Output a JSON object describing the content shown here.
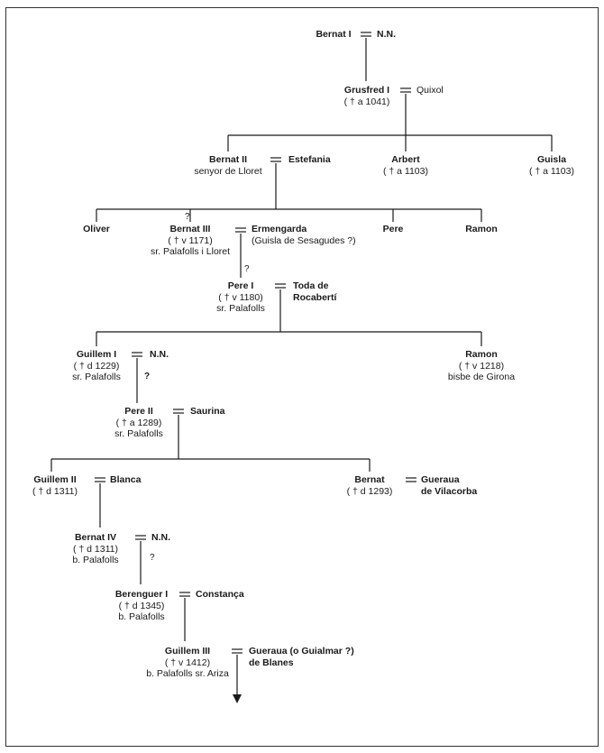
{
  "people": {
    "bernat1": {
      "name": "Bernat I",
      "spouse": "N.N."
    },
    "grusfred1": {
      "name": "Grusfred I",
      "info": "( † a 1041)",
      "spouse": "Quixol"
    },
    "bernat2": {
      "name": "Bernat II",
      "info": "senyor de Lloret",
      "spouse": "Estefania"
    },
    "arbert": {
      "name": "Arbert",
      "info": "( † a 1103)"
    },
    "guisla": {
      "name": "Guisla",
      "info": "( † a 1103)"
    },
    "oliver": {
      "name": "Oliver"
    },
    "bernat3": {
      "name": "Bernat III",
      "info": "( † v 1171)",
      "info2": "sr. Palafolls i Lloret",
      "spouse": "Ermengarda",
      "spouse_note": "(Guisla de Sesagudes ?)"
    },
    "pere": {
      "name": "Pere"
    },
    "ramon_a": {
      "name": "Ramon"
    },
    "pere1": {
      "name": "Pere I",
      "info": "( † v 1180)",
      "info2": "sr. Palafolls",
      "spouse": "Toda de",
      "spouse2": "Rocabertí"
    },
    "guillem1": {
      "name": "Guillem I",
      "info": "( † d 1229)",
      "info2": "sr. Palafolls",
      "spouse": "N.N."
    },
    "ramon_b": {
      "name": "Ramon",
      "info": "( † v 1218)",
      "info2": "bisbe de Girona"
    },
    "pere2": {
      "name": "Pere II",
      "info": "( † a 1289)",
      "info2": "sr. Palafolls",
      "spouse": "Saurina"
    },
    "guillem2": {
      "name": "Guillem II",
      "info": "( † d 1311)",
      "spouse": "Blanca"
    },
    "bernat": {
      "name": "Bernat",
      "info": "( † d 1293)",
      "spouse": "Gueraua",
      "spouse2": "de Vilacorba"
    },
    "bernat4": {
      "name": "Bernat IV",
      "info": "( † d 1311)",
      "info2": "b. Palafolls",
      "spouse": "N.N."
    },
    "berenguer1": {
      "name": "Berenguer I",
      "info": "( † d 1345)",
      "info2": "b. Palafolls",
      "spouse": "Constança"
    },
    "guillem3": {
      "name": "Guillem III",
      "info": "( † v 1412)",
      "info2": "b. Palafolls sr. Ariza",
      "spouse": "Gueraua (o Guialmar ?)",
      "spouse2": "de Blanes"
    }
  },
  "question_mark": "?"
}
